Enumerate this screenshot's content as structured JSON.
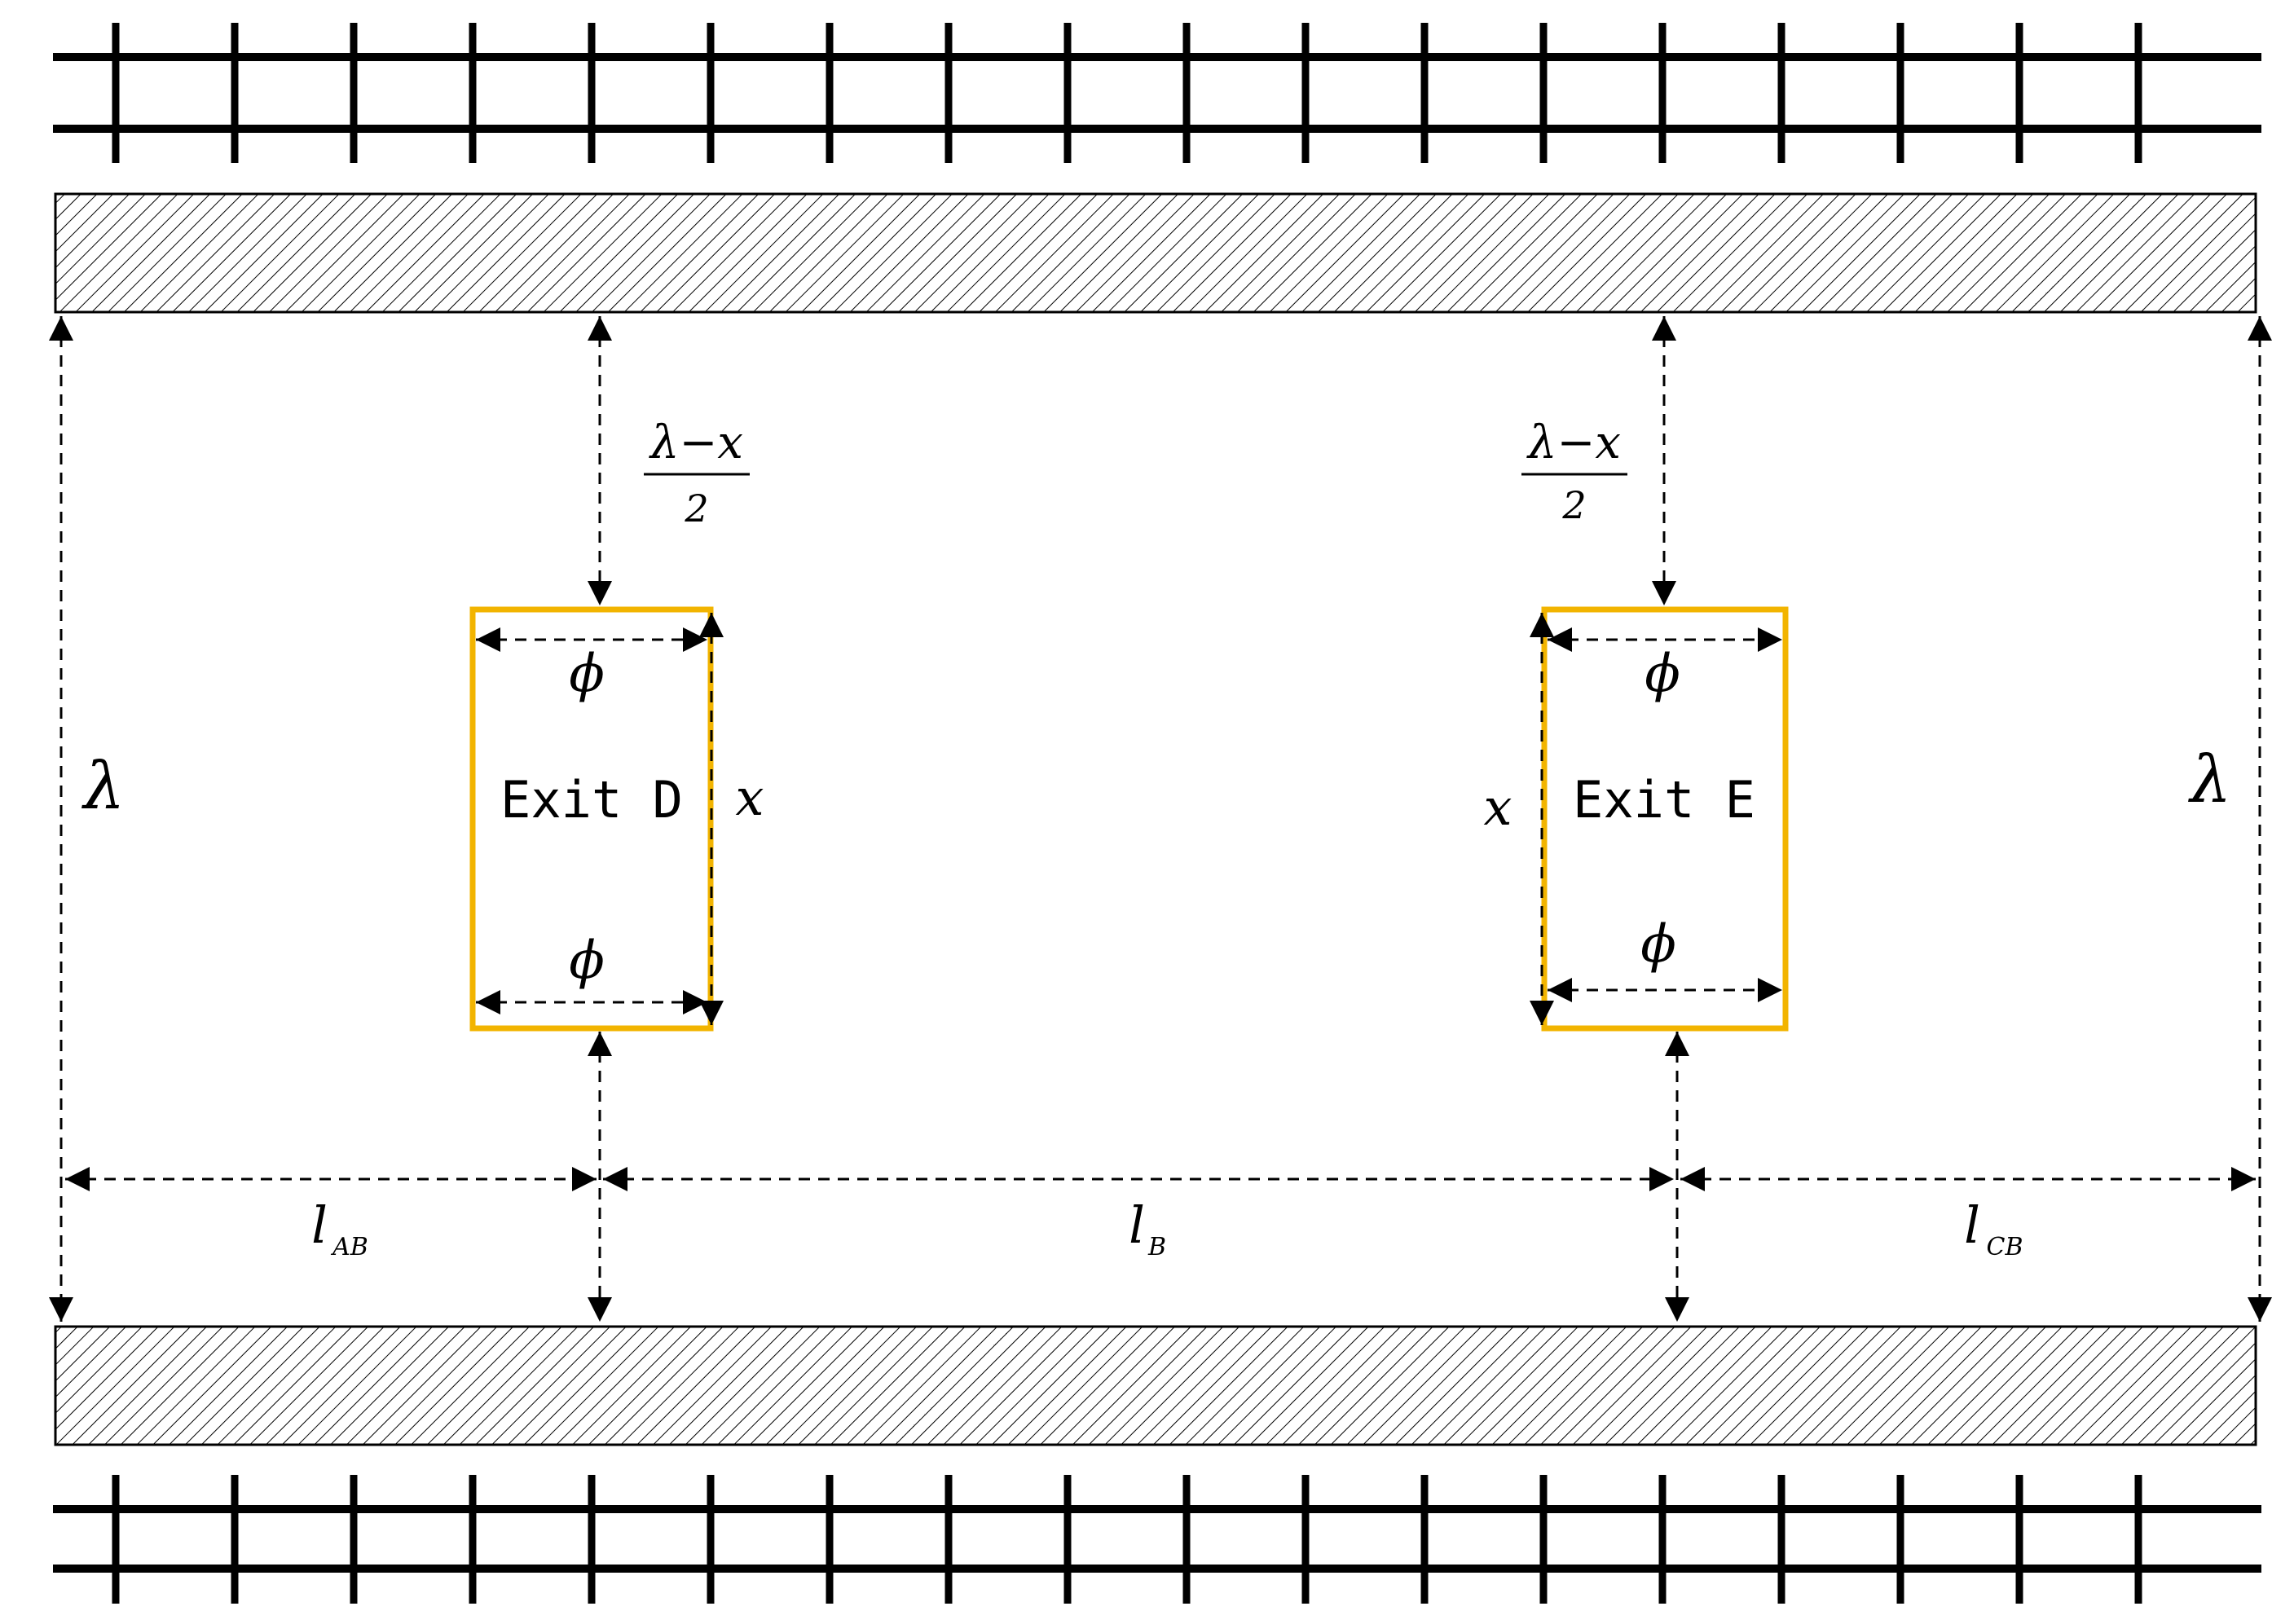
{
  "exits": [
    {
      "name": "Exit D",
      "width_label": "ϕ",
      "height_label": "x",
      "gap_label_num": "λ−x",
      "gap_label_den": "2"
    },
    {
      "name": "Exit E",
      "width_label": "ϕ",
      "height_label": "x",
      "gap_label_num": "λ−x",
      "gap_label_den": "2"
    }
  ],
  "labels": {
    "platform_width": "λ",
    "segment_ab": {
      "main": "l",
      "sub": "AB"
    },
    "segment_b": {
      "main": "l",
      "sub": "B"
    },
    "segment_cb": {
      "main": "l",
      "sub": "CB"
    }
  },
  "colors": {
    "exit_outline": "#f2b400",
    "line": "#000000",
    "hatch": "#000000"
  }
}
